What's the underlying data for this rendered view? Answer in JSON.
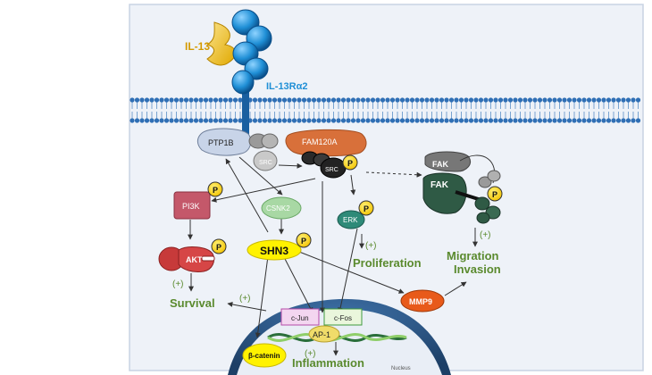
{
  "labels": {
    "il13": "IL-13",
    "receptor": "IL-13Rα2",
    "ptp1b": "PTP1B",
    "src_inactive": "SRC",
    "fam120a": "FAM120A",
    "src_active": "SRC",
    "fak_inactive": "FAK",
    "fak_active": "FAK",
    "pi3k": "PI3K",
    "csnk2": "CSNK2",
    "erk": "ERK",
    "akt": "AKT",
    "shn3": "SHN3",
    "mmp9": "MMP9",
    "cjun": "c-Jun",
    "cfos": "c-Fos",
    "ap1": "AP-1",
    "beta_catenin": "β-catenin",
    "nucleus": "Nucleus"
  },
  "phospho": "P",
  "plus": "(+)",
  "outcomes": {
    "survival": "Survival",
    "proliferation": "Proliferation",
    "migration": "Migration",
    "invasion": "Invasion",
    "inflammation": "Inflammation"
  },
  "colors": {
    "il13": "#f5c21b",
    "receptor": "#1f8fd6",
    "ptp1b": "#c8d4e8",
    "fam120a": "#d8703a",
    "pi3k": "#c4586a",
    "csnk2": "#a8d8a4",
    "erk": "#2e8a78",
    "akt": "#c73a3a",
    "shn3": "#fff200",
    "mmp9": "#e85a1a",
    "fak": "#2f5a45",
    "outcome_text": "#5a8a2e",
    "nucleus": "#2f5a8a"
  }
}
